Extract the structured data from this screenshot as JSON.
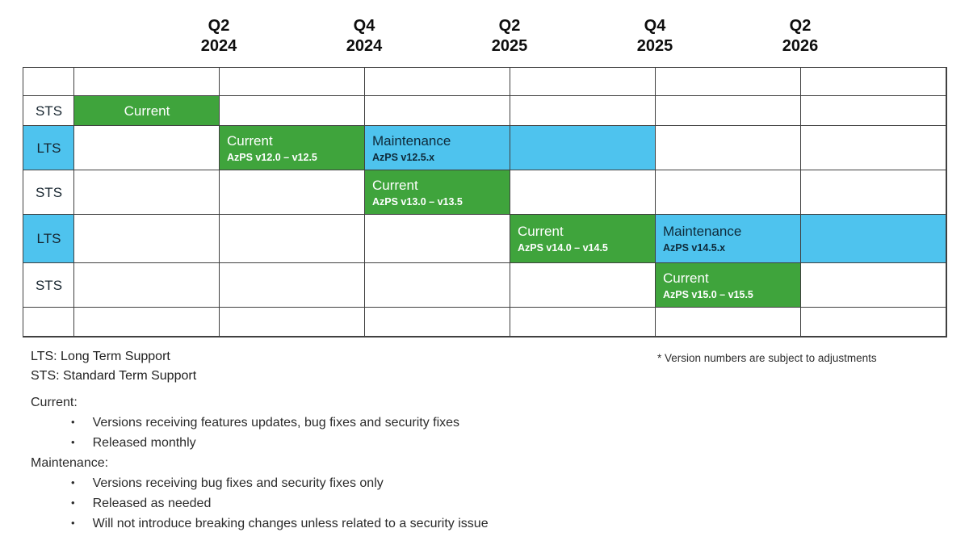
{
  "colors": {
    "green": "#3FA43C",
    "blue": "#4EC3EE",
    "grid": "#404040",
    "dark_text_on_blue": "#0E2A3A"
  },
  "quarters": [
    {
      "quarter": "Q2",
      "year": "2024"
    },
    {
      "quarter": "Q4",
      "year": "2024"
    },
    {
      "quarter": "Q2",
      "year": "2025"
    },
    {
      "quarter": "Q4",
      "year": "2025"
    },
    {
      "quarter": "Q2",
      "year": "2026"
    }
  ],
  "rows": [
    {
      "label": ""
    },
    {
      "label": "STS",
      "bar1": {
        "title": "Current"
      }
    },
    {
      "label": "LTS",
      "bar1": {
        "title": "Current",
        "subtitle": "AzPS v12.0 – v12.5"
      },
      "bar2": {
        "title": "Maintenance",
        "subtitle": "AzPS v12.5.x"
      }
    },
    {
      "label": "STS",
      "bar1": {
        "title": "Current",
        "subtitle": "AzPS v13.0 – v13.5"
      }
    },
    {
      "label": "LTS",
      "bar1": {
        "title": "Current",
        "subtitle": "AzPS v14.0 – v14.5"
      },
      "bar2": {
        "title": "Maintenance",
        "subtitle": "AzPS v14.5.x"
      }
    },
    {
      "label": "STS",
      "bar1": {
        "title": "Current",
        "subtitle": "AzPS v15.0 – v15.5"
      }
    },
    {
      "label": ""
    }
  ],
  "legend": {
    "lts": "LTS: Long Term Support",
    "sts": "STS: Standard Term Support",
    "footnote": "* Version numbers are subject to adjustments"
  },
  "definitions": [
    {
      "term": "Current:",
      "bullets": [
        "Versions receiving features updates, bug fixes and security fixes",
        "Released monthly"
      ]
    },
    {
      "term": "Maintenance:",
      "bullets": [
        "Versions receiving bug fixes and security fixes only",
        "Released as needed",
        "Will not introduce breaking changes unless related to a security issue"
      ]
    }
  ]
}
